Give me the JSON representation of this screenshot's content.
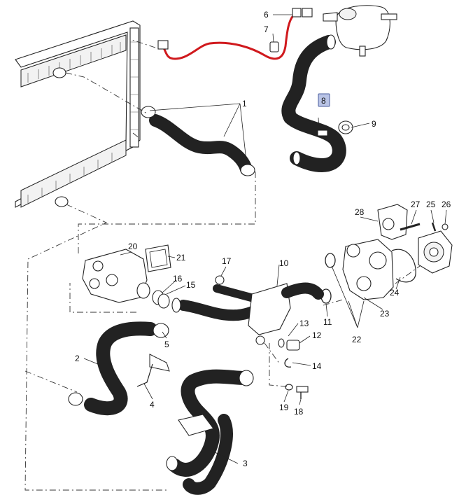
{
  "callouts": {
    "c1": "1",
    "c2": "2",
    "c3": "3",
    "c4": "4",
    "c5": "5",
    "c6": "6",
    "c7": "7",
    "c8": "8",
    "c9": "9",
    "c10": "10",
    "c11": "11",
    "c12": "12",
    "c13": "13",
    "c14": "14",
    "c15": "15",
    "c16": "16",
    "c17": "17",
    "c18": "18",
    "c19": "19",
    "c20": "20",
    "c21": "21",
    "c22": "22",
    "c23": "23",
    "c24": "24",
    "c25": "25",
    "c26": "26",
    "c27": "27",
    "c28": "28"
  },
  "highlighted_part": "8",
  "colors": {
    "highlight_box": "#b9c4e6",
    "sensor_harness": "#d0191d",
    "line": "#222222"
  }
}
